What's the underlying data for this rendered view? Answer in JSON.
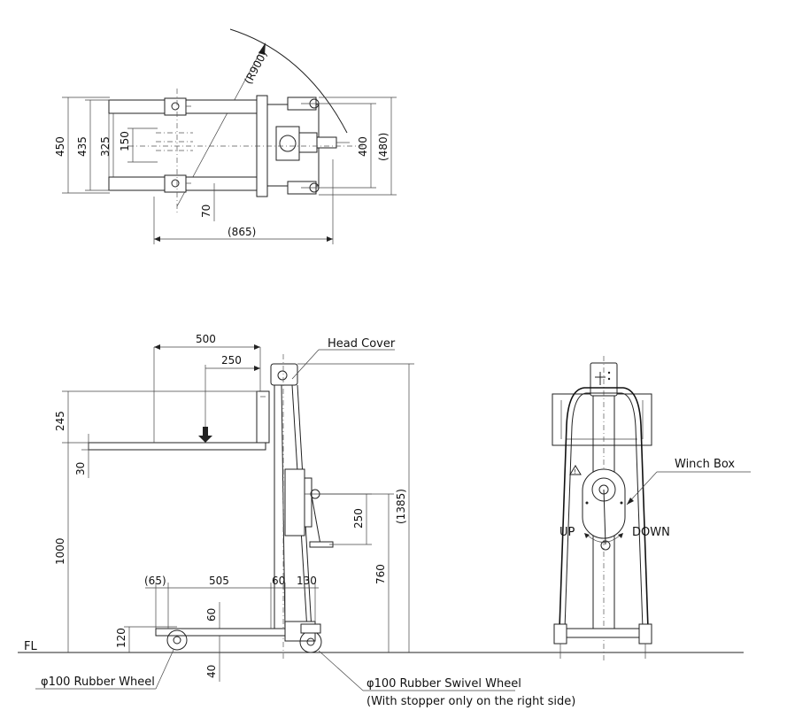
{
  "top_view": {
    "radius": "(R900)",
    "width_450": "450",
    "width_435": "435",
    "width_325": "325",
    "width_150": "150",
    "width_400": "400",
    "width_480": "(480)",
    "offset_70": "70",
    "length_865": "(865)"
  },
  "side_view": {
    "head_cover": "Head Cover",
    "fork_500": "500",
    "fork_250": "250",
    "d245": "245",
    "d30": "30",
    "d1000": "1000",
    "d65": "(65)",
    "d505": "505",
    "d60a": "60",
    "d130": "130",
    "d60b": "60",
    "d120": "120",
    "d40": "40",
    "d250v": "250",
    "d760": "760",
    "d1385": "(1385)",
    "fl": "FL",
    "rubber_wheel": "φ100 Rubber Wheel",
    "swivel_wheel": "φ100 Rubber Swivel Wheel",
    "stopper_note": "(With stopper only on the right side)"
  },
  "front_view": {
    "winch_box": "Winch Box",
    "up": "UP",
    "down": "DOWN"
  }
}
